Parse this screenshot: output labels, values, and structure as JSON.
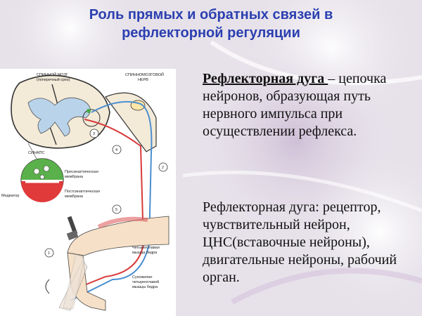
{
  "slide": {
    "title_line1": "Роль прямых и обратных связей в",
    "title_line2": "рефлекторной регуляции"
  },
  "definition": {
    "term": "Рефлекторная дуга ",
    "dash": " –",
    "body": "цепочка нейронов, образующая путь нервного импульса при осуществлении рефлекса."
  },
  "components": {
    "text": "Рефлекторная дуга: рецептор, чувствительный нейрон, ЦНС(вставочные нейроны), двигательные нейроны, рабочий орган."
  },
  "figure": {
    "labels": {
      "spinal_cord_1": "СПИННОЙ МОЗГ",
      "spinal_cord_2": "(поперечный срез)",
      "spinal_nerve_1": "СПИННОМОЗГОВОЙ",
      "spinal_nerve_2": "НЕРВ",
      "synapse": "СИНАПС",
      "presyn_1": "Пресинаптическая",
      "presyn_2": "мембрана",
      "postsyn_1": "Постсинаптическая",
      "postsyn_2": "мембрана",
      "mediator": "Медиатор",
      "quad_1": "Четырехглавая",
      "quad_2": "мышца бедра",
      "tendon_1": "Сухожилие",
      "tendon_2": "четырехглавой",
      "tendon_3": "мышцы бедра"
    },
    "numbers": [
      "1",
      "2",
      "3",
      "4",
      "5"
    ],
    "colors": {
      "sensory": "#4a8fd0",
      "motor": "#d83a3a",
      "gray_matter": "#b9d3ea"
    }
  }
}
